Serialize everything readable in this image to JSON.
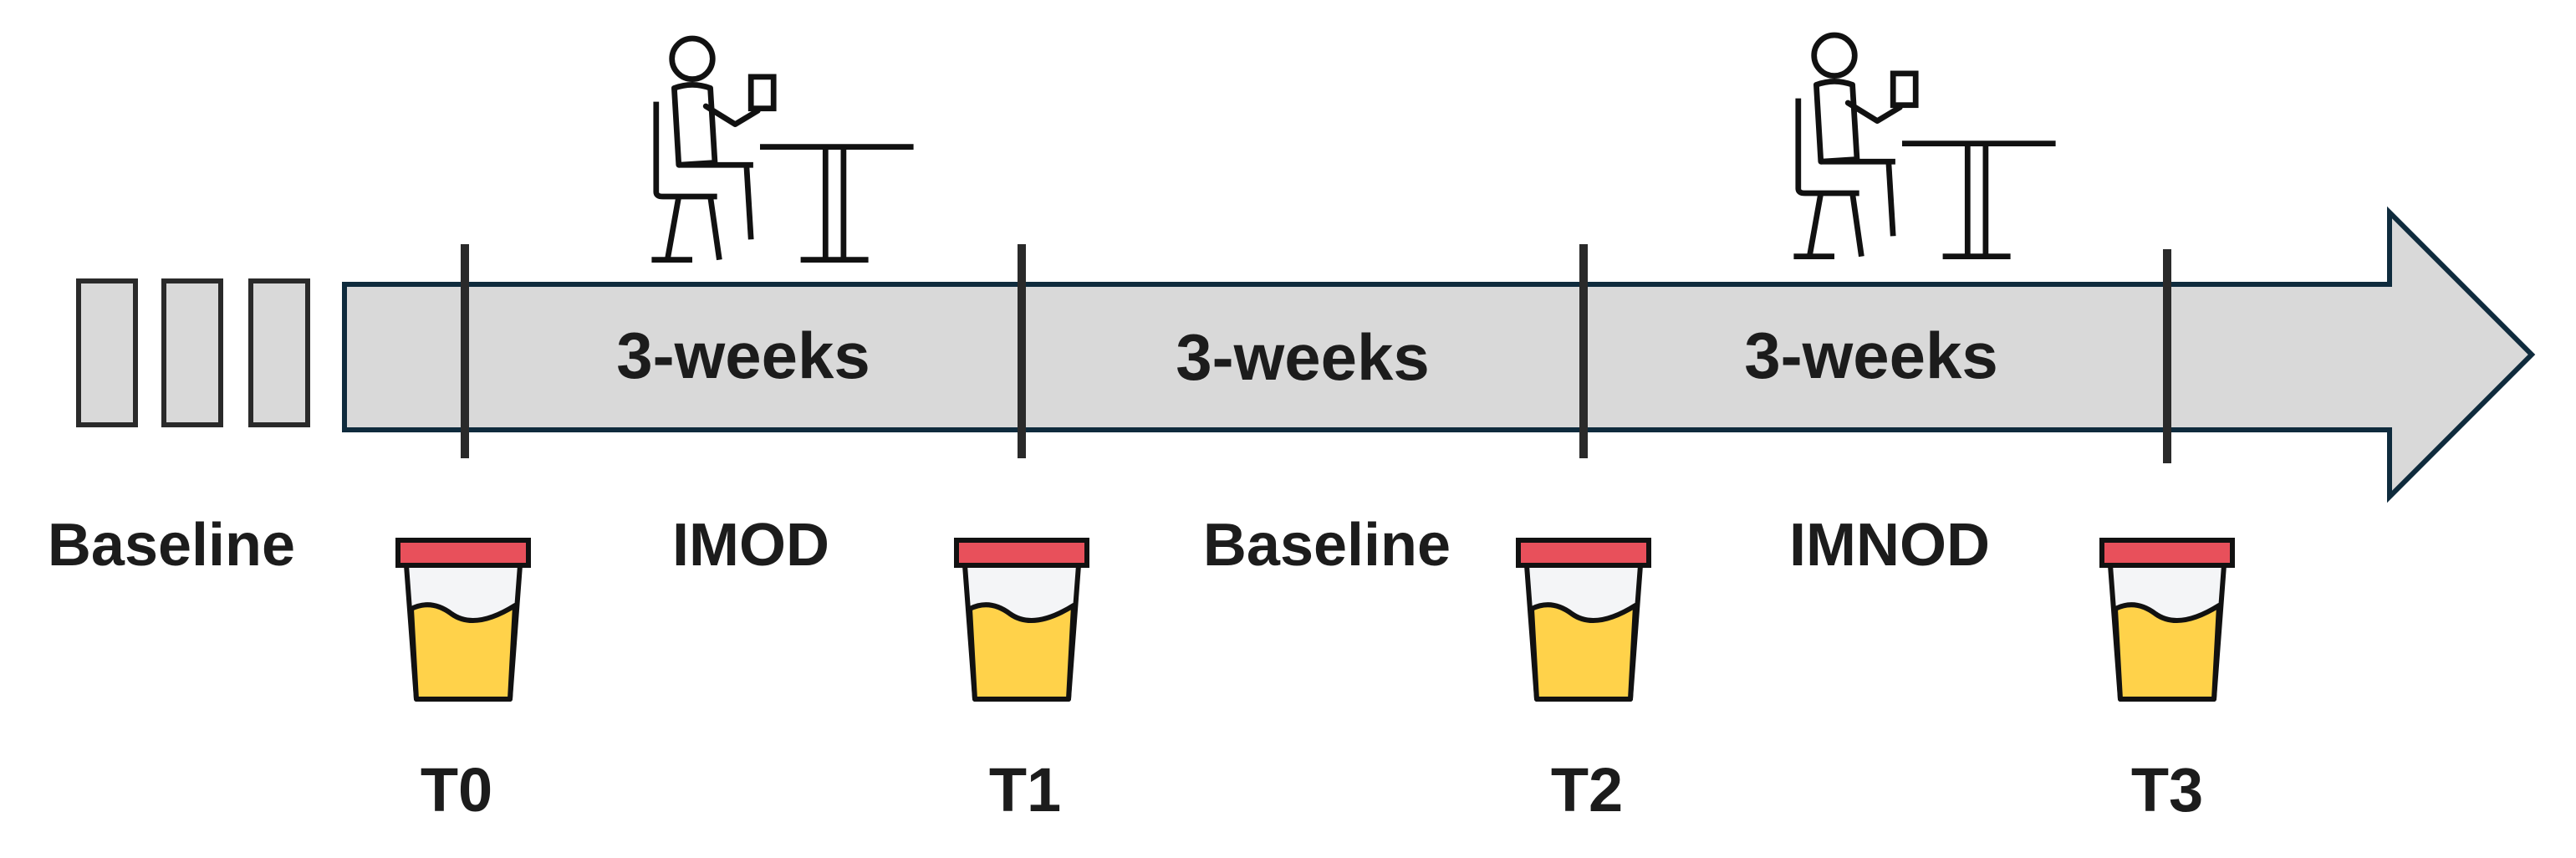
{
  "timeline": {
    "segments": [
      {
        "label": "3-weeks"
      },
      {
        "label": "3-weeks"
      },
      {
        "label": "3-weeks"
      }
    ],
    "phases": [
      {
        "label": "Baseline"
      },
      {
        "label": "IMOD"
      },
      {
        "label": "Baseline"
      },
      {
        "label": "IMNOD"
      }
    ],
    "timepoints": [
      {
        "label": "T0"
      },
      {
        "label": "T1"
      },
      {
        "label": "T2"
      },
      {
        "label": "T3"
      }
    ],
    "icons": {
      "person": "seated-person-drinking-icon",
      "sample": "urine-sample-cup-icon"
    }
  },
  "colors": {
    "arrow_fill": "#d9d9d9",
    "arrow_stroke": "#0f2b3d",
    "divider": "#2a2a2a",
    "cup_lid": "#e8505b",
    "cup_liquid": "#ffd24a",
    "cup_body": "#f4f5f7",
    "outline": "#111111"
  }
}
